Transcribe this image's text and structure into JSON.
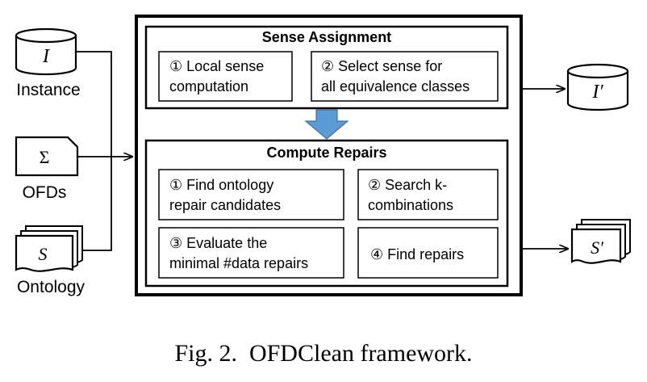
{
  "inputs": {
    "instance_symbol": "I",
    "instance_label": "Instance",
    "ofd_symbol": "Σ",
    "ofd_label": "OFDs",
    "ontology_symbol": "S",
    "ontology_label": "Ontology"
  },
  "outputs": {
    "instance_symbol": "I′",
    "ontology_symbol": "S′"
  },
  "sense_assignment": {
    "title": "Sense Assignment",
    "step1": [
      "① Local sense",
      "computation"
    ],
    "step2": [
      "② Select sense for",
      "all equivalence classes"
    ]
  },
  "compute_repairs": {
    "title": "Compute Repairs",
    "step1": [
      "① Find ontology",
      "repair candidates"
    ],
    "step2": [
      "② Search k-",
      "combinations"
    ],
    "step3": [
      "③ Evaluate the",
      "minimal #data repairs"
    ],
    "step4": [
      "④ Find repairs"
    ]
  },
  "caption": "Fig. 2.  OFDClean framework.",
  "colors": {
    "flow_arrow": "#5b9bd5",
    "flow_arrow_border": "#41719c"
  }
}
